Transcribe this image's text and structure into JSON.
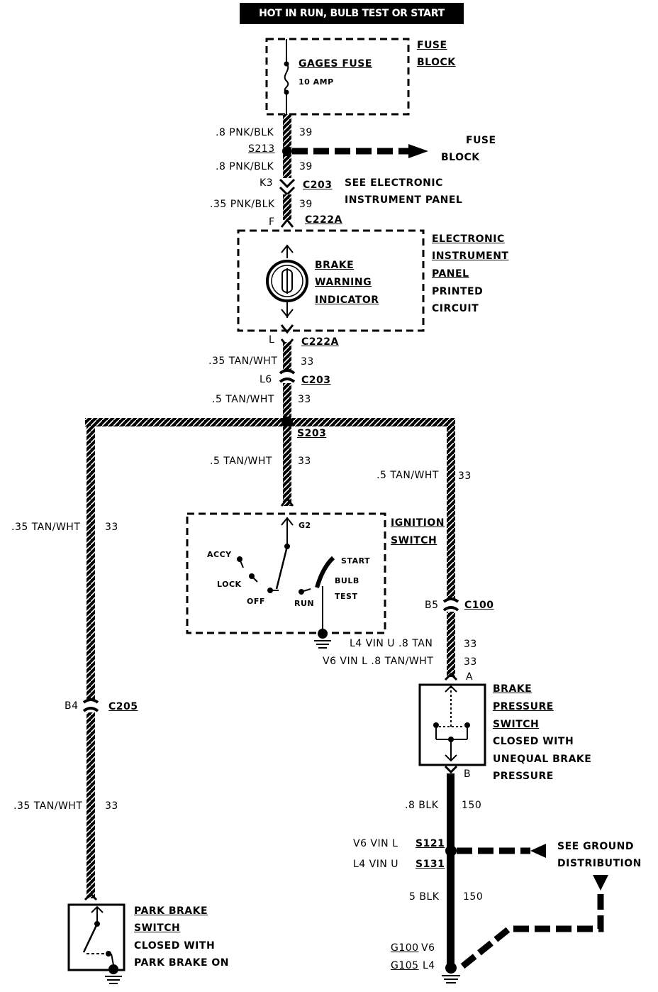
{
  "banner": "HOT IN RUN, BULB TEST OR START",
  "fuse_block": {
    "name_line1": "FUSE",
    "name_line2": "BLOCK",
    "fuse_name": "GAGES FUSE",
    "fuse_rating": "10 AMP"
  },
  "wires_top": {
    "w1_size": ".8 PNK/BLK",
    "w1_circuit": "39",
    "splice": "S213",
    "w2_size": ".8 PNK/BLK",
    "w2_circuit": "39",
    "conn_pin": "K3",
    "conn": "C203",
    "see_line1": "SEE ELECTRONIC",
    "see_line2": "INSTRUMENT PANEL",
    "w3_size": ".35 PNK/BLK",
    "w3_circuit": "39",
    "pin_f": "F",
    "conn_c222a": "C222A"
  },
  "fuse_block_right": {
    "line1": "FUSE",
    "line2": "BLOCK"
  },
  "instrument_panel": {
    "name_line1": "ELECTRONIC",
    "name_line2": "INSTRUMENT",
    "name_line3": "PANEL",
    "name_line4": "PRINTED",
    "name_line5": "CIRCUIT",
    "indicator_line1": "BRAKE",
    "indicator_line2": "WARNING",
    "indicator_line3": "INDICATOR"
  },
  "wires_mid": {
    "pin_l": "L",
    "conn_c222a": "C222A",
    "w1_size": ".35 TAN/WHT",
    "w1_circuit": "33",
    "pin_l6": "L6",
    "conn_c203": "C203",
    "w2_size": ".5 TAN/WHT",
    "w2_circuit": "33",
    "splice": "S203",
    "w3_size": ".5 TAN/WHT",
    "w3_circuit": "33",
    "w4_size": ".5 TAN/WHT",
    "w4_circuit": "33"
  },
  "ignition": {
    "name_line1": "IGNITION",
    "name_line2": "SWITCH",
    "pin": "G2",
    "accy": "ACCY",
    "lock": "LOCK",
    "off": "OFF",
    "run": "RUN",
    "start": "START",
    "bulb": "BULB",
    "test": "TEST"
  },
  "left_branch": {
    "w1_size": ".35 TAN/WHT",
    "w1_circuit": "33",
    "pin": "B4",
    "conn": "C205",
    "w2_size": ".35 TAN/WHT",
    "w2_circuit": "33",
    "switch_line1": "PARK BRAKE",
    "switch_line2": "SWITCH",
    "switch_line3": "CLOSED WITH",
    "switch_line4": "PARK BRAKE ON"
  },
  "right_branch": {
    "pin": "B5",
    "conn": "C100",
    "l4_label": "L4 VIN U .8 TAN",
    "l4_circuit": "33",
    "v6_label": "V6 VIN L  .8 TAN/WHT",
    "v6_circuit": "33",
    "pin_a": "A",
    "pin_b": "B",
    "switch_line1": "BRAKE",
    "switch_line2": "PRESSURE",
    "switch_line3": "SWITCH",
    "switch_line4": "CLOSED WITH",
    "switch_line5": "UNEQUAL BRAKE",
    "switch_line6": "PRESSURE",
    "w1_size": ".8 BLK",
    "w1_circuit": "150",
    "v6_splice_label": "V6 VIN  L",
    "v6_splice": "S121",
    "l4_splice_label": "L4 VIN U",
    "l4_splice": "S131",
    "w2_size": "5 BLK",
    "w2_circuit": "150",
    "ground1": "G100",
    "ground1_suffix": "V6",
    "ground2": "G105",
    "ground2_suffix": "L4",
    "see_line1": "SEE GROUND",
    "see_line2": "DISTRIBUTION"
  }
}
